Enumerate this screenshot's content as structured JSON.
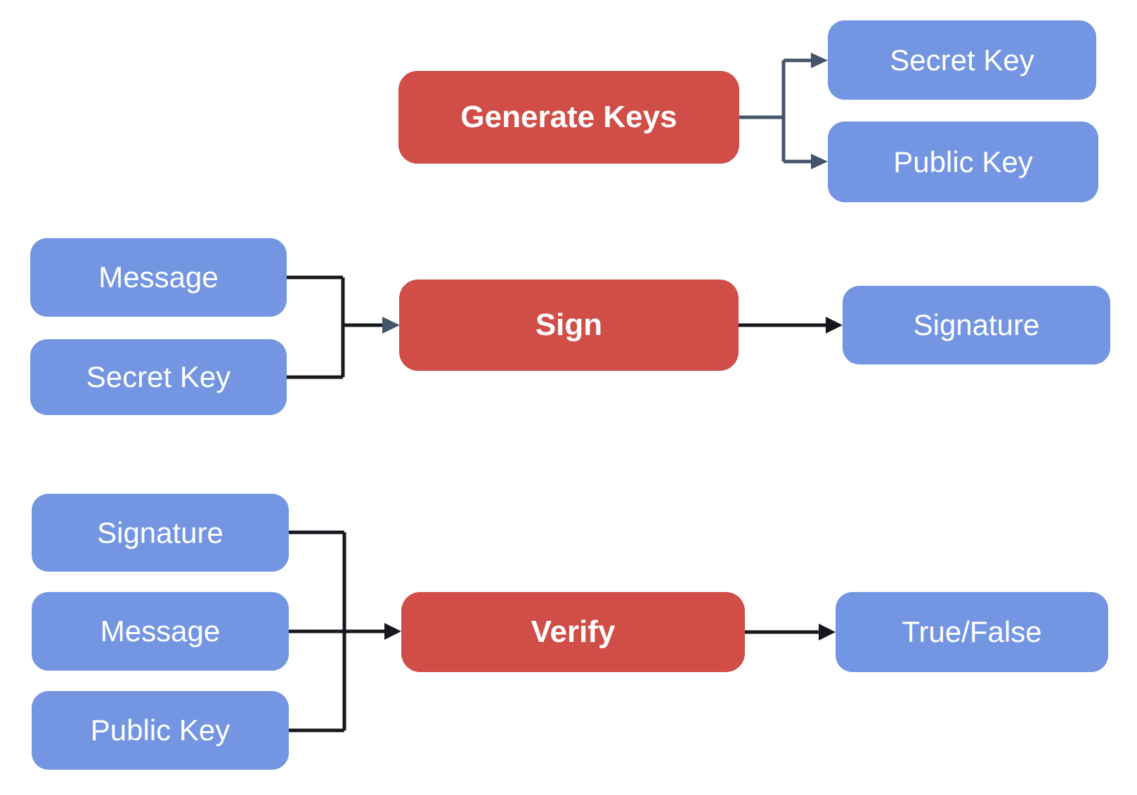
{
  "diagram": {
    "type": "flowchart",
    "subject": "digital-signature-scheme",
    "colors": {
      "process_fill": "#d04e47",
      "io_fill": "#7496e2",
      "label_text": "#ffffff",
      "connector": "#16181d",
      "connector_slate": "#44546a",
      "background": "#ffffff"
    },
    "nodes": {
      "generate_keys": {
        "label": "Generate Keys",
        "kind": "process"
      },
      "secret_key_out": {
        "label": "Secret Key",
        "kind": "data"
      },
      "public_key_out": {
        "label": "Public Key",
        "kind": "data"
      },
      "message_sign_in": {
        "label": "Message",
        "kind": "data"
      },
      "secret_key_sign_in": {
        "label": "Secret Key",
        "kind": "data"
      },
      "sign": {
        "label": "Sign",
        "kind": "process"
      },
      "signature_out": {
        "label": "Signature",
        "kind": "data"
      },
      "signature_verify_in": {
        "label": "Signature",
        "kind": "data"
      },
      "message_verify_in": {
        "label": "Message",
        "kind": "data"
      },
      "public_key_verify_in": {
        "label": "Public Key",
        "kind": "data"
      },
      "verify": {
        "label": "Verify",
        "kind": "process"
      },
      "true_false": {
        "label": "True/False",
        "kind": "data"
      }
    },
    "edges": [
      {
        "from": "Generate Keys",
        "to": "Secret Key"
      },
      {
        "from": "Generate Keys",
        "to": "Public Key"
      },
      {
        "from": "Message",
        "to": "Sign"
      },
      {
        "from": "Secret Key",
        "to": "Sign"
      },
      {
        "from": "Sign",
        "to": "Signature"
      },
      {
        "from": "Signature",
        "to": "Verify"
      },
      {
        "from": "Message",
        "to": "Verify"
      },
      {
        "from": "Public Key",
        "to": "Verify"
      },
      {
        "from": "Verify",
        "to": "True/False"
      }
    ]
  }
}
